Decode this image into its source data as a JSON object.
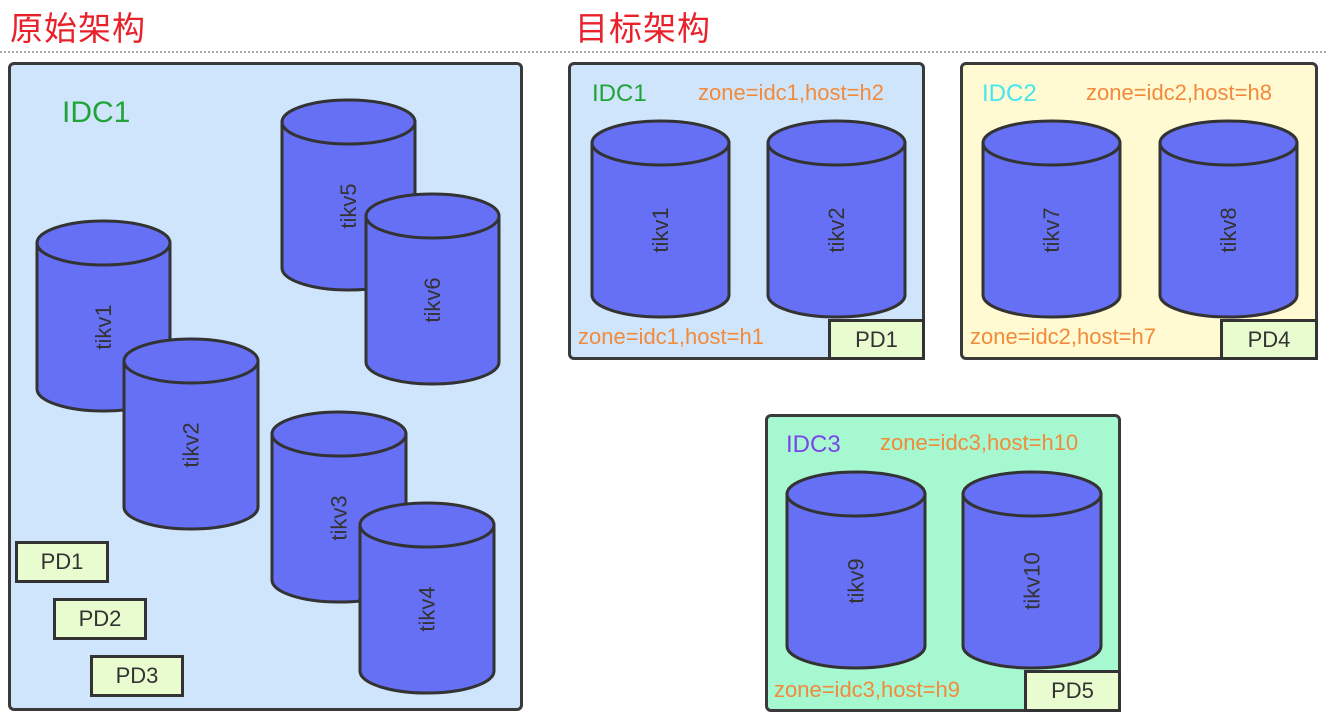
{
  "headings": {
    "original": "原始架构",
    "target": "目标架构"
  },
  "colors": {
    "heading": "#e8212b",
    "cylinder_fill": "#6670f5",
    "zone_text": "#f28a3c",
    "pd_fill": "#e8fccf",
    "idc_blue_bg": "#cfe5fb",
    "idc_yellow_bg": "#fffad2",
    "idc_green_bg": "#a6f8d0"
  },
  "original": {
    "idc_label": "IDC1",
    "idc_label_color": "#22a33a",
    "tikv": [
      "tikv5",
      "tikv6",
      "tikv1",
      "tikv2",
      "tikv3",
      "tikv4"
    ],
    "pd": [
      "PD1",
      "PD2",
      "PD3"
    ]
  },
  "target": {
    "idcs": [
      {
        "label": "IDC1",
        "label_color": "#22a33a",
        "zone_top": "zone=idc1,host=h2",
        "zone_bottom": "zone=idc1,host=h1",
        "tikv": [
          "tikv1",
          "tikv2"
        ],
        "pd": "PD1"
      },
      {
        "label": "IDC2",
        "label_color": "#46e6f0",
        "zone_top": "zone=idc2,host=h8",
        "zone_bottom": "zone=idc2,host=h7",
        "tikv": [
          "tikv7",
          "tikv8"
        ],
        "pd": "PD4"
      },
      {
        "label": "IDC3",
        "label_color": "#7a45e8",
        "zone_top": "zone=idc3,host=h10",
        "zone_bottom": "zone=idc3,host=h9",
        "tikv": [
          "tikv9",
          "tikv10"
        ],
        "pd": "PD5"
      }
    ]
  }
}
